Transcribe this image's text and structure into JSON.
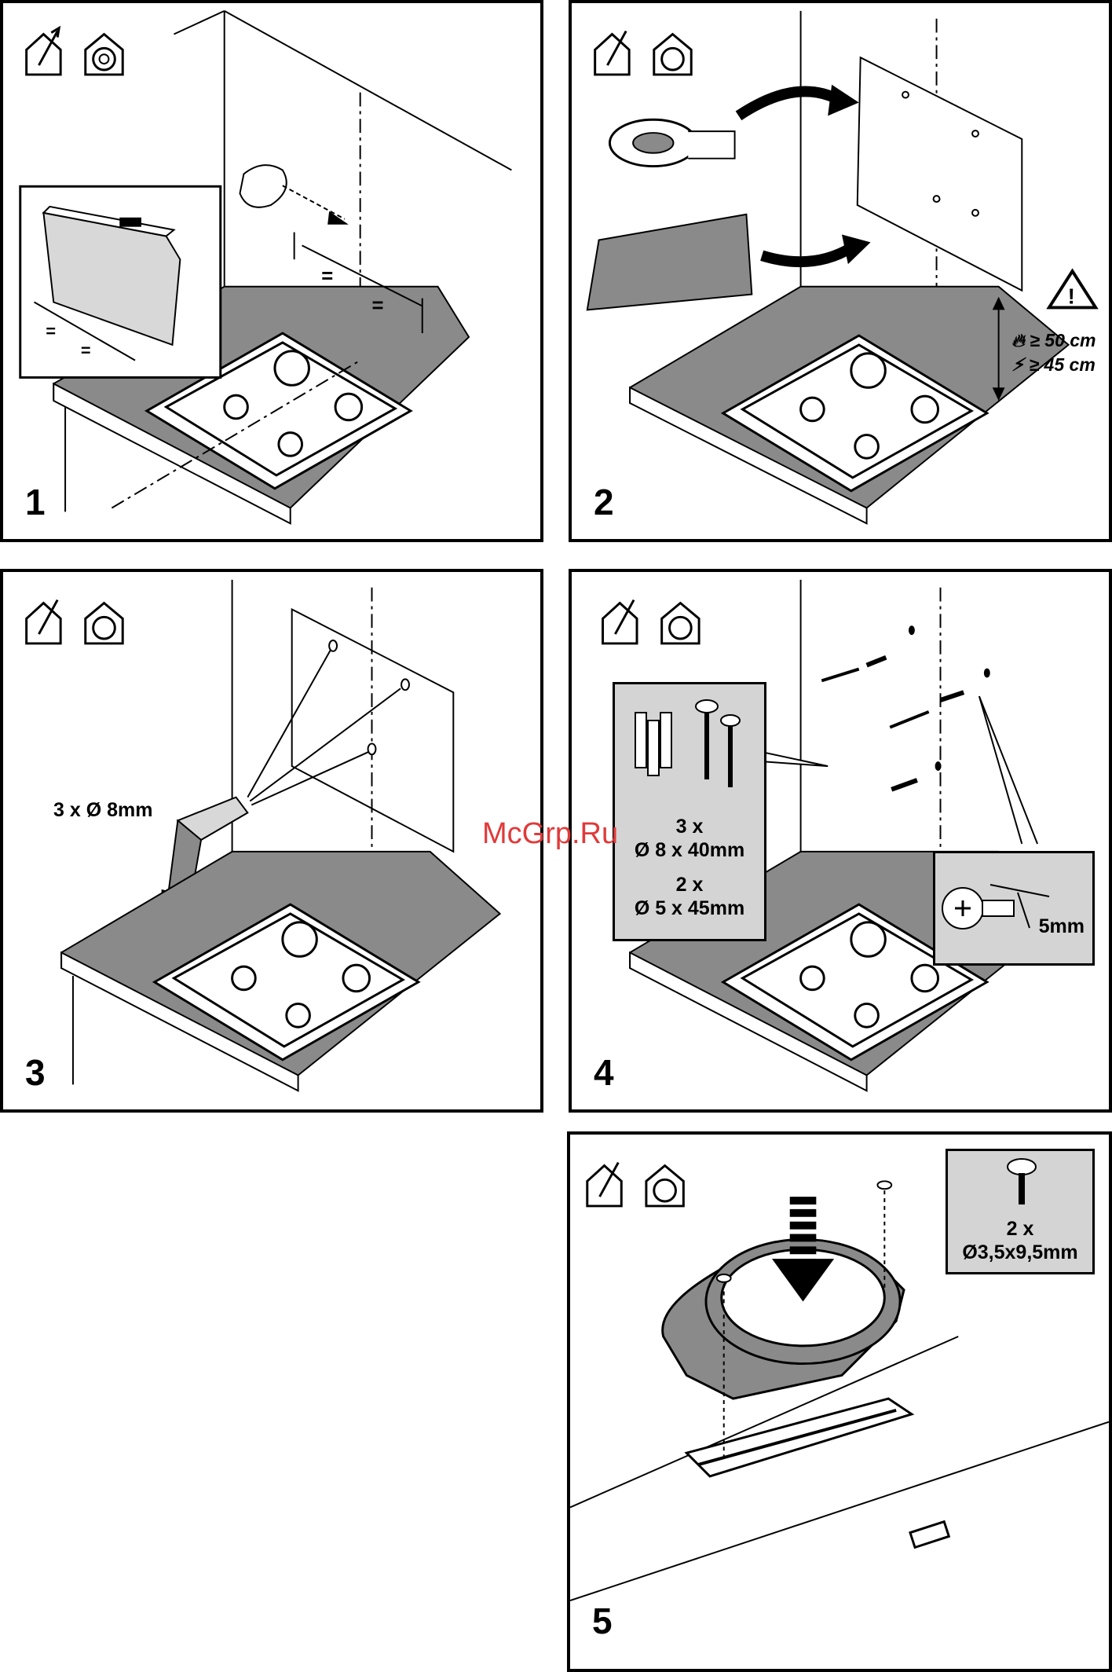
{
  "steps": [
    {
      "number": "1"
    },
    {
      "number": "2",
      "warning": {
        "gas_line": "≥ 50 cm",
        "electric_line": "≥ 45 cm"
      }
    },
    {
      "number": "3",
      "drill_label": "3 x Ø 8mm"
    },
    {
      "number": "4",
      "kit": {
        "plugs_qty": "3 x",
        "plugs_size": "Ø 8 x 40mm",
        "screws_qty": "2 x",
        "screws_size": "Ø 5 x 45mm"
      },
      "gap_label": "5mm"
    },
    {
      "number": "5",
      "screw_qty": "2 x",
      "screw_size": "Ø3,5x9,5mm"
    }
  ],
  "watermark": "McGrp.Ru",
  "icons": [
    "ducted-exhaust-icon",
    "recirculation-icon"
  ]
}
